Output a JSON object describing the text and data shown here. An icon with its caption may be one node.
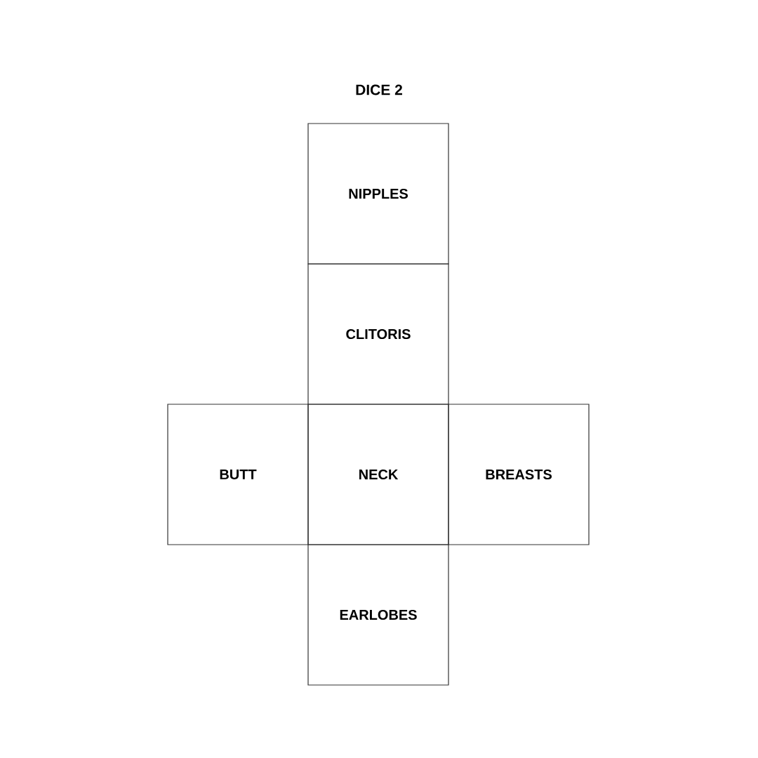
{
  "diagram": {
    "title": "DICE 2",
    "nodes": [
      {
        "text": [
          "NIPPLES"
        ]
      },
      {
        "text": [
          "CLITORIS"
        ]
      },
      {
        "text": [
          "BUTT"
        ]
      },
      {
        "text": [
          "NECK"
        ]
      },
      {
        "text": [
          "BREASTS"
        ]
      },
      {
        "text": [
          "EARLOBES"
        ]
      }
    ]
  }
}
